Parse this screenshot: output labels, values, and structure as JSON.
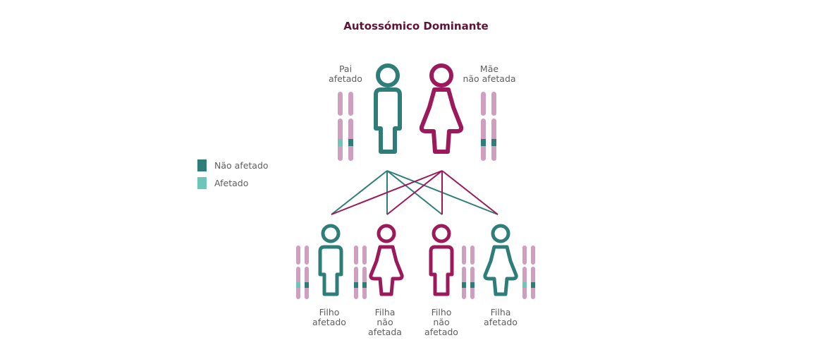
{
  "title": "Autossómico Dominante",
  "legend": [
    {
      "label": "Não afetado",
      "color": "#2e7d78"
    },
    {
      "label": "Afetado",
      "color": "#6ec6b8"
    }
  ],
  "colors": {
    "male": "#2e7d78",
    "female": "#9c1a5c",
    "chromosome": "#cf9fc0",
    "lines_male": "#2e7d78",
    "lines_female": "#9c1a5c"
  },
  "parents": {
    "father": {
      "line1": "Pai",
      "line2": "afetado",
      "icon": "male-figure-icon"
    },
    "mother": {
      "line1": "Mãe",
      "line2": "não afetada",
      "icon": "female-figure-icon"
    }
  },
  "children": [
    {
      "line1": "Filho",
      "line2": "afetado",
      "line3": "",
      "icon": "male-figure-icon"
    },
    {
      "line1": "Filha",
      "line2": "não",
      "line3": "afetada",
      "icon": "female-figure-icon"
    },
    {
      "line1": "Filho",
      "line2": "não",
      "line3": "afetado",
      "icon": "male-figure-icon"
    },
    {
      "line1": "Filha",
      "line2": "afetado",
      "line3": "",
      "icon": "female-figure-icon"
    }
  ]
}
